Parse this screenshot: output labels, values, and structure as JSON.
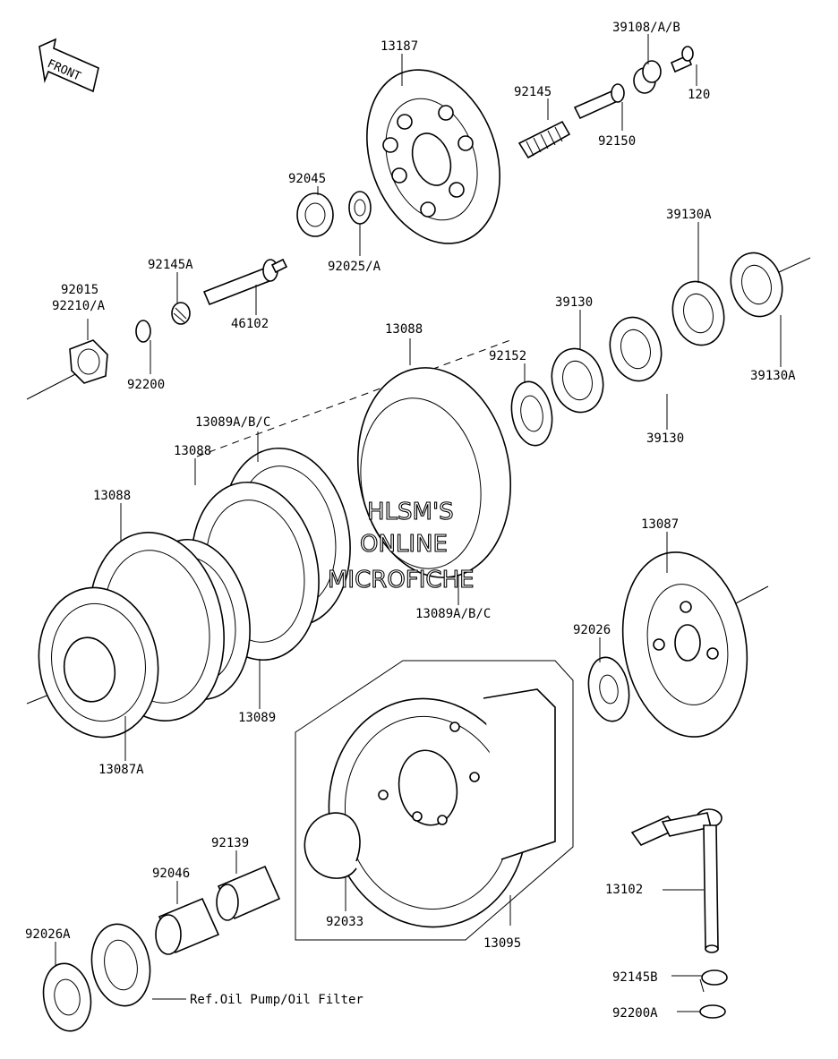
{
  "front_badge": "FRONT",
  "watermark": [
    "HLSM'S",
    "ONLINE",
    "MICROFICHE"
  ],
  "ref_note": "Ref.Oil Pump/Oil Filter",
  "labels": {
    "p13187": "13187",
    "p39108": "39108/A/B",
    "p120": "120",
    "p92145": "92145",
    "p92150": "92150",
    "p92045": "92045",
    "p92025": "92025/A",
    "p92145a": "92145A",
    "p46102": "46102",
    "p92015": "92015",
    "p92210": "92210/A",
    "p92200": "92200",
    "p13088_top": "13088",
    "p92152": "92152",
    "p39130_top": "39130",
    "p39130a_top": "39130A",
    "p39130a_right": "39130A",
    "p39130_low": "39130",
    "p13089abc_top": "13089A/B/C",
    "p13088_mid": "13088",
    "p13088_left": "13088",
    "p13087": "13087",
    "p13089abc_low": "13089A/B/C",
    "p92026": "92026",
    "p13089": "13089",
    "p13087a": "13087A",
    "p92139": "92139",
    "p92046": "92046",
    "p92033": "92033",
    "p13095": "13095",
    "p13102": "13102",
    "p92026a": "92026A",
    "p92145b": "92145B",
    "p92200a": "92200A"
  }
}
